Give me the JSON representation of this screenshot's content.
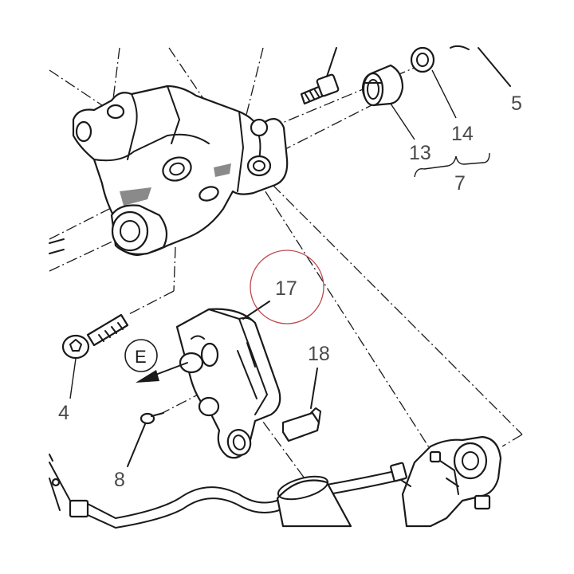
{
  "callouts": {
    "c5": "5",
    "c14": "14",
    "c13": "13",
    "c7": "7",
    "c17": "17",
    "c18": "18",
    "c4": "4",
    "c8": "8",
    "cE": "E"
  },
  "highlight": {
    "color": "#c0464f",
    "target": "17"
  },
  "colors": {
    "line": "#1a1a1a",
    "label": "#4a4a4a"
  }
}
